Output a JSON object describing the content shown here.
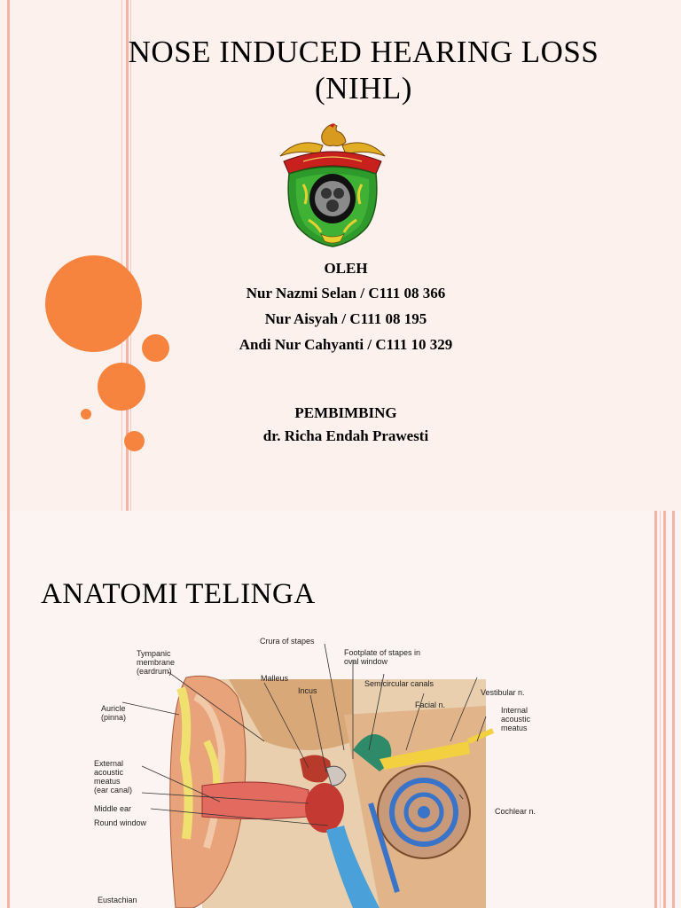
{
  "slide1": {
    "title_line1": "NOSE INDUCED HEARING LOSS",
    "title_line2": "(NIHL)",
    "by_label": "OLEH",
    "authors": [
      "Nur Nazmi Selan / C111 08 366",
      "Nur Aisyah / C111 08 195",
      "Andi Nur Cahyanti / C111 10 329"
    ],
    "supervisor_label": "PEMBIMBING",
    "supervisor_name": "dr. Richa Endah Prawesti",
    "accent_color": "#f7843e"
  },
  "slide2": {
    "heading": "ANATOMI TELINGA",
    "labels": {
      "crura": "Crura of stapes",
      "footplate1": "Footplate of stapes in",
      "footplate2": "oval window",
      "tympanic1": "Tympanic",
      "tympanic2": "membrane",
      "tympanic3": "(eardrum)",
      "malleus": "Malleus",
      "incus": "Incus",
      "semicircular": "Semicircular canals",
      "vestibular": "Vestibular n.",
      "facial": "Facial n.",
      "auricle1": "Auricle",
      "auricle2": "(pinna)",
      "internal1": "Internal",
      "internal2": "acoustic",
      "internal3": "meatus",
      "external1": "External",
      "external2": "acoustic",
      "external3": "meatus",
      "external4": "(ear canal)",
      "middle_ear": "Middle ear",
      "round_window": "Round window",
      "cochlear": "Cochlear n.",
      "eustachian": "Eustachian"
    }
  }
}
